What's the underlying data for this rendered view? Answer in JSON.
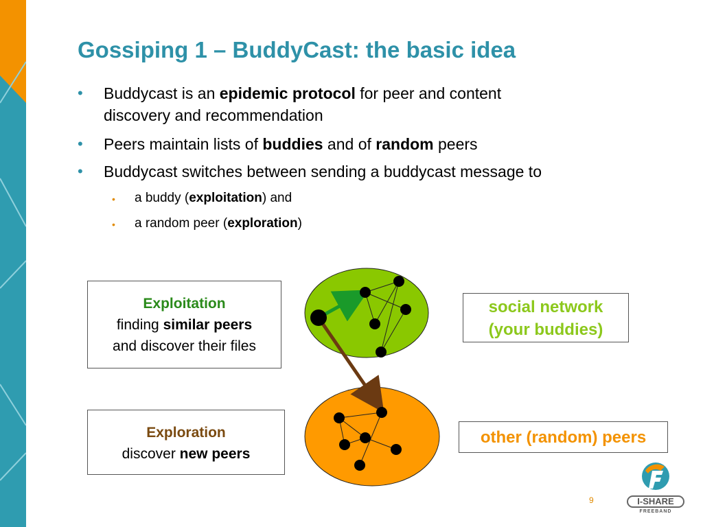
{
  "slide": {
    "title": "Gossiping 1 – BuddyCast: the basic idea",
    "page_number": "9"
  },
  "bullets": [
    {
      "pre": "Buddycast is an ",
      "bold": "epidemic protocol",
      "post": " for peer and content",
      "line2": "discovery and recommendation"
    },
    {
      "pre": "Peers maintain lists of ",
      "bold": "buddies",
      "mid": " and of ",
      "bold2": "random",
      "post": " peers"
    },
    {
      "pre": "Buddycast switches between sending a buddycast message to"
    }
  ],
  "sub_bullets": [
    {
      "pre": "a buddy (",
      "bold": "exploitation",
      "post": ") and"
    },
    {
      "pre": "a random peer (",
      "bold": "exploration",
      "post": ")"
    }
  ],
  "exploitation_box": {
    "heading": "Exploitation",
    "line1_pre": "finding ",
    "line1_bold": "similar peers",
    "line2": "and discover their files",
    "heading_color": "#2a8a1a"
  },
  "exploration_box": {
    "heading": "Exploration",
    "line1_pre": "discover ",
    "line1_bold": "new peers",
    "heading_color": "#7a4a10"
  },
  "social_label": {
    "line1": "social network",
    "line2": "(your buddies)",
    "color": "#8cc81c"
  },
  "random_label": {
    "text": "other (random) peers",
    "color": "#f39200"
  },
  "logo": {
    "brand": "I-SHARE",
    "tagline": "FREEBAND"
  },
  "colors": {
    "title": "#2e91a8",
    "green_cluster": "#8ac800",
    "orange_cluster": "#ff9a00",
    "buddy_arrow": "#1a9a2a",
    "random_arrow": "#6b3a12",
    "stripe_teal": "#2f9cb0",
    "stripe_orange": "#f39200"
  }
}
